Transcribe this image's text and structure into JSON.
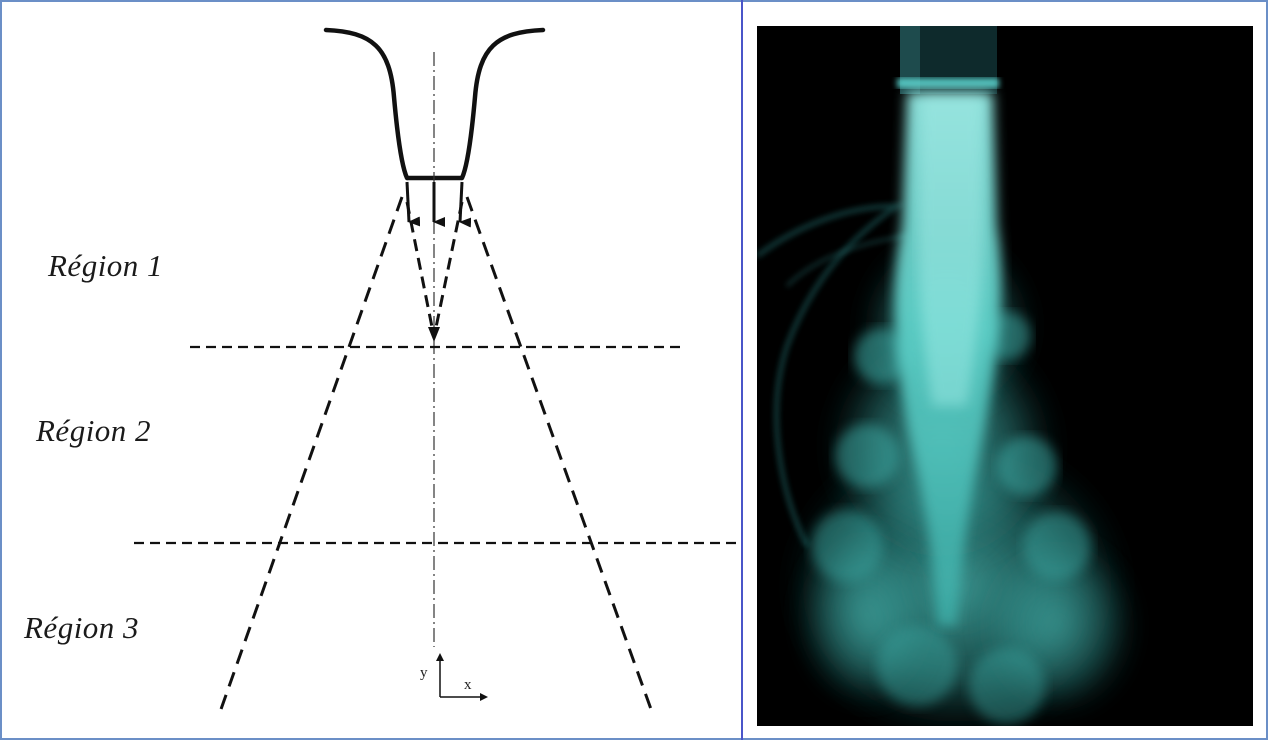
{
  "diagram": {
    "regions": [
      {
        "label": "Région 1"
      },
      {
        "label": "Région 2"
      },
      {
        "label": "Région 3"
      }
    ],
    "axes": {
      "y_label": "y",
      "x_label": "x"
    },
    "colors": {
      "line": "#111111",
      "frame": "#6b8fc7",
      "divider": "#4a55c9"
    }
  },
  "photo": {
    "subject": "jet-plume-photo",
    "colors": {
      "background": "#000000",
      "plume": "#4fc7c0",
      "plume_core": "#8fe6e0"
    }
  }
}
